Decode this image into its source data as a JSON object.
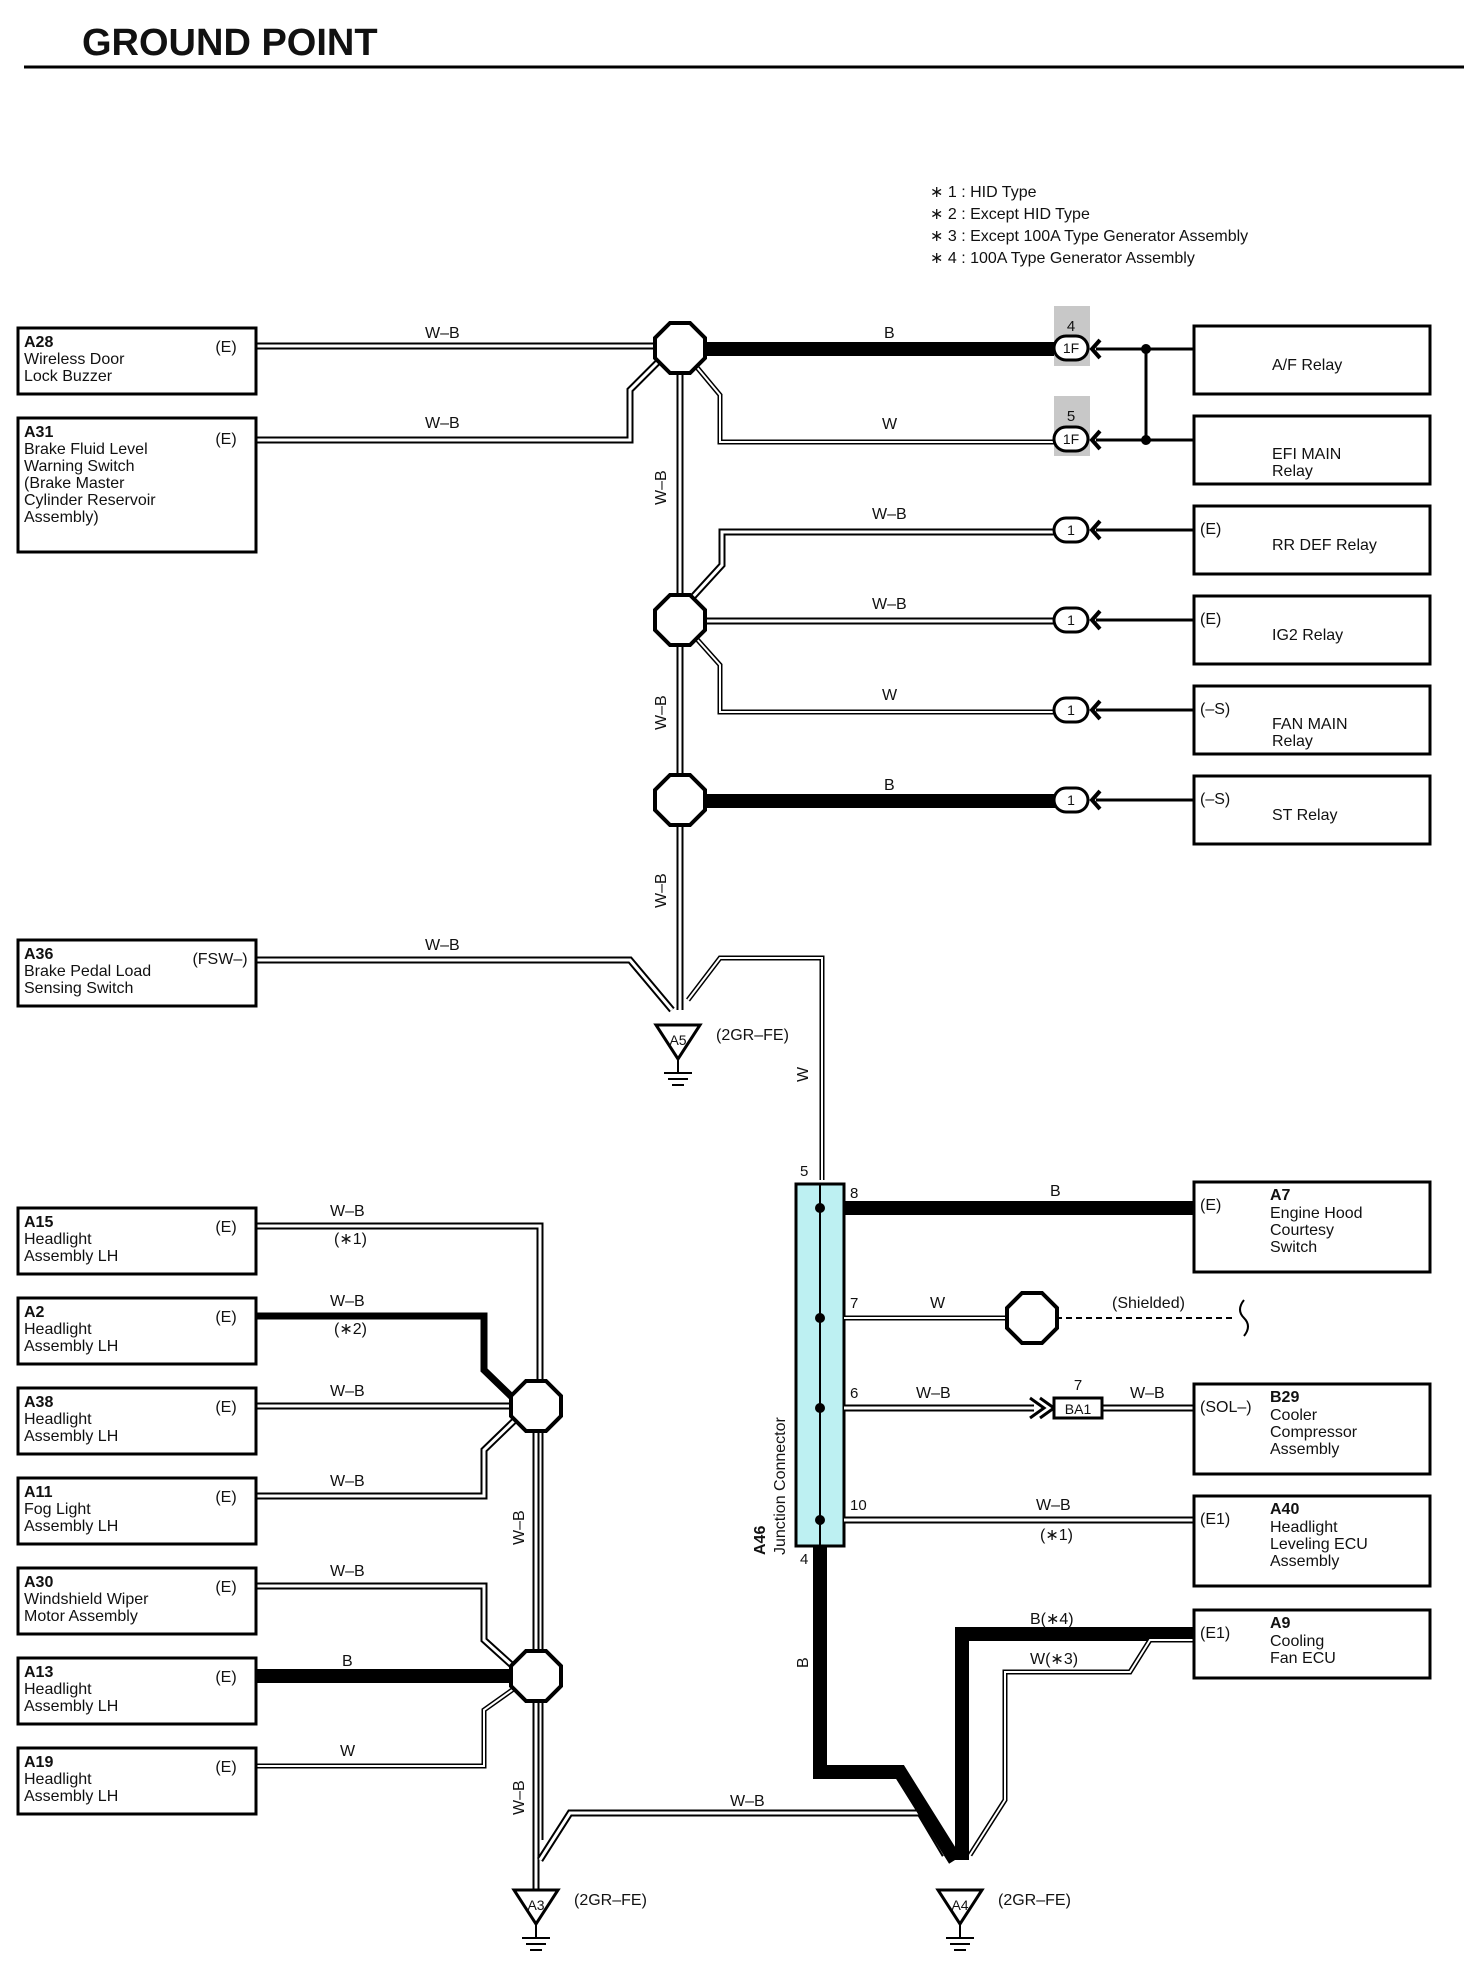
{
  "title": "GROUND POINT",
  "notes": [
    "∗ 1 : HID Type",
    "∗ 2 : Except HID Type",
    "∗ 3 : Except 100A Type Generator Assembly",
    "∗ 4 : 100A Type Generator Assembly"
  ],
  "left_top_components": [
    {
      "id": "A28",
      "lines": [
        "Wireless Door",
        "Lock Buzzer"
      ],
      "pin": "(E)"
    },
    {
      "id": "A31",
      "lines": [
        "Brake Fluid Level",
        "Warning Switch",
        "(Brake Master",
        " Cylinder Reservoir",
        " Assembly)"
      ],
      "pin": "(E)"
    },
    {
      "id": "A36",
      "lines": [
        "Brake Pedal Load",
        "Sensing Switch"
      ],
      "pin": "(FSW–)"
    }
  ],
  "right_relays": [
    {
      "name_lines": [
        "A/F Relay"
      ],
      "pin": "",
      "conn_top": "4",
      "conn": "1F",
      "wire": "B"
    },
    {
      "name_lines": [
        "EFI MAIN",
        "Relay"
      ],
      "pin": "",
      "conn_top": "5",
      "conn": "1F",
      "wire": "W"
    },
    {
      "name_lines": [
        "RR DEF Relay"
      ],
      "pin": "(E)",
      "conn_top": "",
      "conn": "1",
      "wire": "W–B"
    },
    {
      "name_lines": [
        "IG2 Relay"
      ],
      "pin": "(E)",
      "conn_top": "",
      "conn": "1",
      "wire": "W–B"
    },
    {
      "name_lines": [
        "FAN MAIN",
        "Relay"
      ],
      "pin": "(–S)",
      "conn_top": "",
      "conn": "1",
      "wire": "W"
    },
    {
      "name_lines": [
        "ST Relay"
      ],
      "pin": "(–S)",
      "conn_top": "",
      "conn": "1",
      "wire": "B"
    }
  ],
  "left_bottom_components": [
    {
      "id": "A15",
      "lines": [
        "Headlight",
        "Assembly LH"
      ],
      "pin": "(E)",
      "wire": "W–B",
      "note": "(∗1)"
    },
    {
      "id": "A2",
      "lines": [
        "Headlight",
        "Assembly LH"
      ],
      "pin": "(E)",
      "wire": "W–B",
      "note": "(∗2)"
    },
    {
      "id": "A38",
      "lines": [
        "Headlight",
        "Assembly LH"
      ],
      "pin": "(E)",
      "wire": "W–B",
      "note": ""
    },
    {
      "id": "A11",
      "lines": [
        "Fog Light",
        "Assembly LH"
      ],
      "pin": "(E)",
      "wire": "W–B",
      "note": ""
    },
    {
      "id": "A30",
      "lines": [
        "Windshield Wiper",
        "Motor Assembly"
      ],
      "pin": "(E)",
      "wire": "W–B",
      "note": ""
    },
    {
      "id": "A13",
      "lines": [
        "Headlight",
        "Assembly LH"
      ],
      "pin": "(E)",
      "wire": "B",
      "note": ""
    },
    {
      "id": "A19",
      "lines": [
        "Headlight",
        "Assembly LH"
      ],
      "pin": "(E)",
      "wire": "W",
      "note": ""
    }
  ],
  "right_bottom_components": [
    {
      "id": "A7",
      "lines": [
        "Engine Hood",
        "Courtesy",
        "Switch"
      ],
      "pin": "(E)"
    },
    {
      "id": "B29",
      "lines": [
        "Cooler",
        "Compressor",
        "Assembly"
      ],
      "pin": "(SOL–)"
    },
    {
      "id": "A40",
      "lines": [
        "Headlight",
        "Leveling ECU",
        "Assembly"
      ],
      "pin": "(E1)"
    },
    {
      "id": "A9",
      "lines": [
        "Cooling",
        "Fan ECU"
      ],
      "pin": "(E1)"
    }
  ],
  "junction": {
    "id": "A46",
    "name": "Junction Connector",
    "pins": [
      "5",
      "8",
      "7",
      "6",
      "10",
      "4"
    ]
  },
  "grounds": [
    {
      "id": "A5",
      "label": "(2GR–FE)"
    },
    {
      "id": "A3",
      "label": "(2GR–FE)"
    },
    {
      "id": "A4",
      "label": "(2GR–FE)"
    }
  ],
  "wire_labels": {
    "wb": "W–B",
    "b": "B",
    "w": "W",
    "b4": "B(∗4)",
    "w3": "W(∗3)",
    "note1": "(∗1)",
    "shielded": "(Shielded)",
    "ba1": "BA1",
    "ba1_pin": "7"
  }
}
